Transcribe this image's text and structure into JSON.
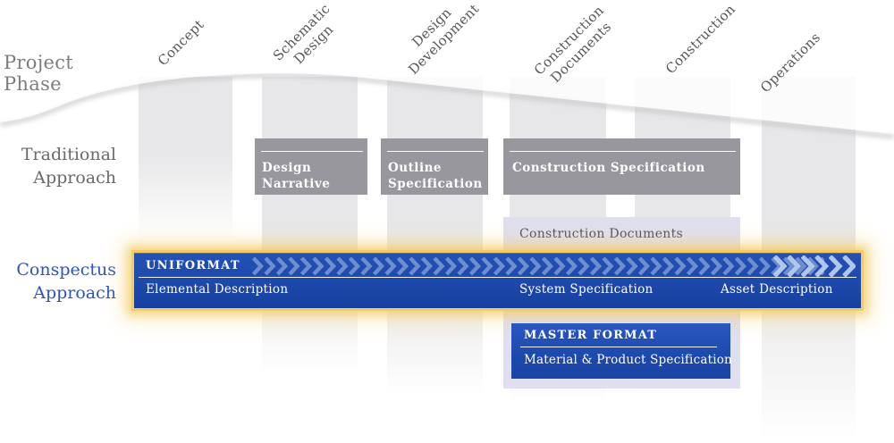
{
  "title_column": {
    "project_phase": "Project Phase",
    "traditional_line1": "Traditional",
    "traditional_line2": "Approach",
    "conspectus_line1": "Conspectus",
    "conspectus_line2": "Approach"
  },
  "phases": [
    {
      "lines": [
        "Concept"
      ]
    },
    {
      "lines": [
        "Schematic",
        "Design"
      ]
    },
    {
      "lines": [
        "Design",
        "Development"
      ]
    },
    {
      "lines": [
        "Construction",
        "Documents"
      ]
    },
    {
      "lines": [
        "Construction"
      ]
    },
    {
      "lines": [
        "Operations"
      ]
    }
  ],
  "traditional_row": {
    "boxes": [
      {
        "line1": "Design",
        "line2": "Narrative"
      },
      {
        "line1": "Outline",
        "line2": "Specification"
      },
      {
        "line1": "Construction Specification",
        "line2": ""
      }
    ]
  },
  "conspectus_row": {
    "construction_documents_label": "Construction Documents",
    "uniformat": {
      "title": "UNIFORMAT",
      "items": [
        "Elemental Description",
        "System Specification",
        "Asset Description"
      ]
    },
    "masterformat": {
      "title": "MASTER FORMAT",
      "subtitle": "Material & Product Specification"
    }
  },
  "colors": {
    "band_gray": "#e7e7e9",
    "box_gray": "#97979d",
    "bar_blue": "#1d49ac",
    "bar_blue_dark": "#16409d",
    "lavender_panel": "#dfdfef",
    "glow_gold": "#f3c95f",
    "conspectus_text_blue": "#2e52c2",
    "caption_gray": "#6a6a6a",
    "phase_label_gray": "#58585a"
  }
}
